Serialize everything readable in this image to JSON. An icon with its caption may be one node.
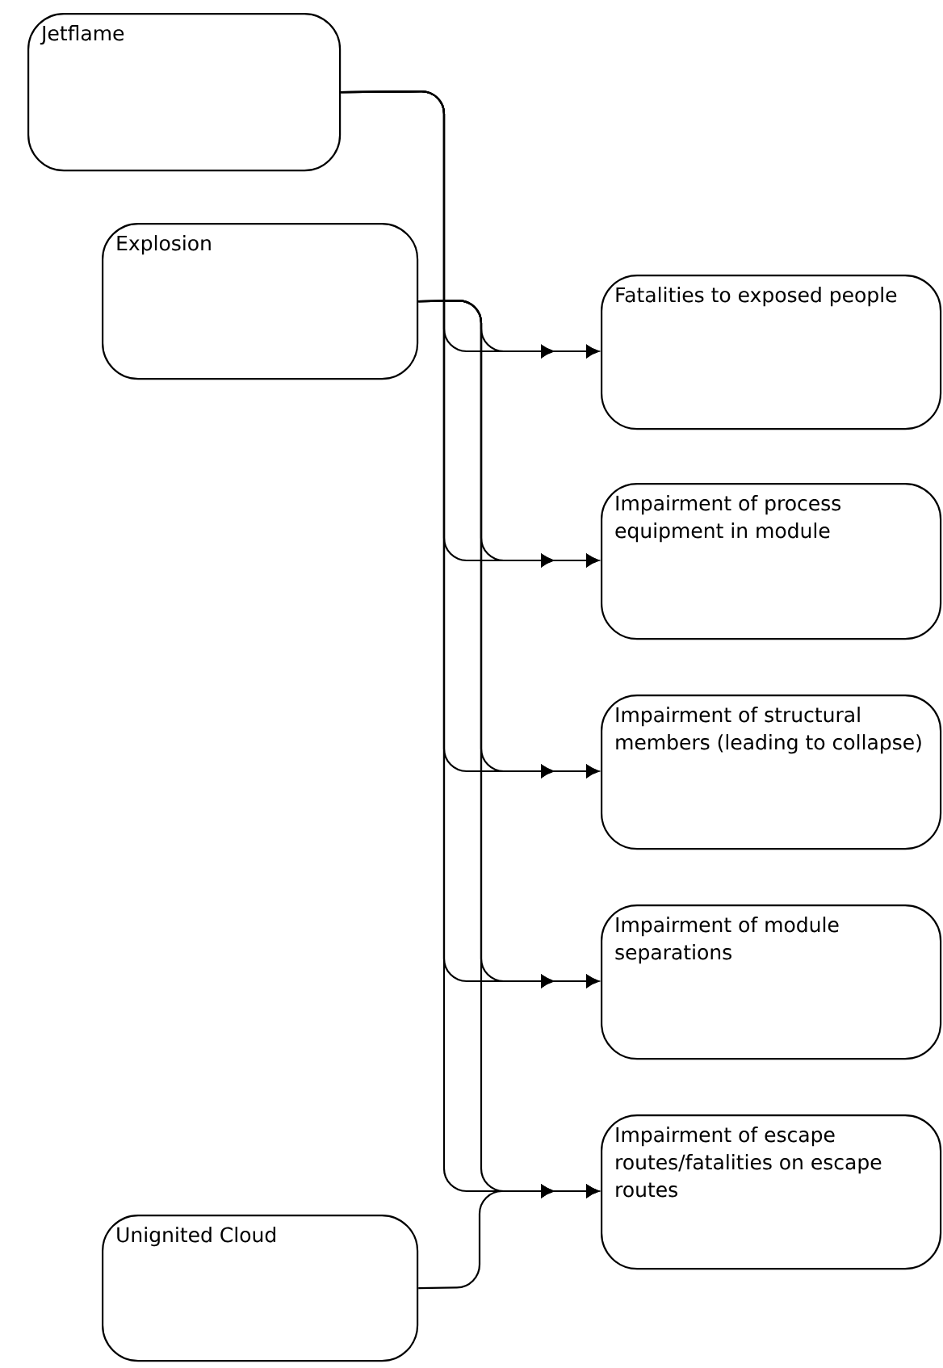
{
  "diagram": {
    "nodes": [
      {
        "text": [
          "Jetflame"
        ]
      },
      {
        "text": [
          "Explosion"
        ]
      },
      {
        "text": [
          "Unignited Cloud"
        ]
      },
      {
        "text": [
          "Fatalities to exposed people"
        ]
      },
      {
        "text": [
          "Impairment of process equipment in module"
        ]
      },
      {
        "text": [
          "Impairment of structural members (leading to collapse)"
        ]
      },
      {
        "text": [
          "Impairment of module separations"
        ]
      },
      {
        "text": [
          "Impairment of escape routes/fatalities on escape routes"
        ]
      }
    ],
    "edges": [
      {
        "from": 0,
        "to": 3,
        "arrow": "to"
      },
      {
        "from": 0,
        "to": 4,
        "arrow": "to"
      },
      {
        "from": 0,
        "to": 5,
        "arrow": "to"
      },
      {
        "from": 0,
        "to": 6,
        "arrow": "to"
      },
      {
        "from": 0,
        "to": 7,
        "arrow": "to"
      },
      {
        "from": 1,
        "to": 3,
        "arrow": "to"
      },
      {
        "from": 1,
        "to": 4,
        "arrow": "to"
      },
      {
        "from": 1,
        "to": 5,
        "arrow": "to"
      },
      {
        "from": 1,
        "to": 6,
        "arrow": "to"
      },
      {
        "from": 1,
        "to": 7,
        "arrow": "to"
      },
      {
        "from": 2,
        "to": 7,
        "arrow": "to"
      }
    ]
  }
}
